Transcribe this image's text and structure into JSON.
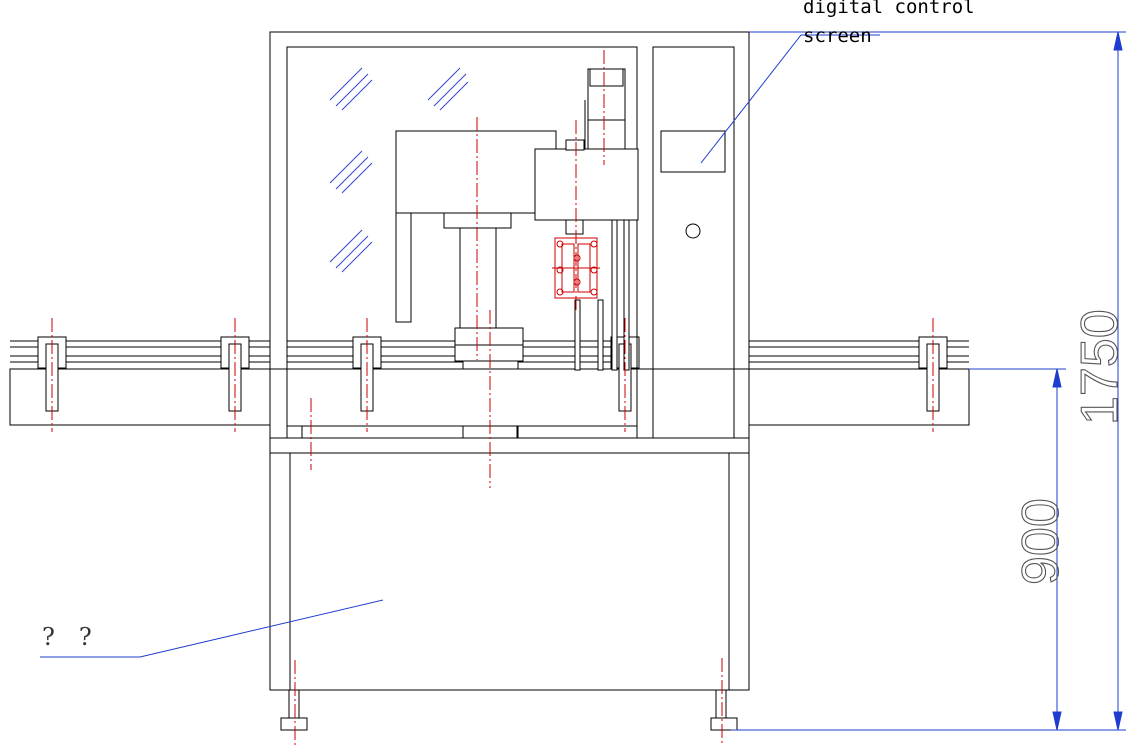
{
  "annotations": {
    "control_screen_label_line1": "digital control",
    "control_screen_label_line2": "screen",
    "unknown_label": "?　?"
  },
  "dimensions": {
    "total_height": "1750",
    "base_height": "900"
  },
  "colors": {
    "outline": "#000000",
    "centerline": "#cc0000",
    "leader": "#1e3ccf",
    "dimension": "#1e3ccf",
    "glass_hatch": "#3344cc"
  }
}
